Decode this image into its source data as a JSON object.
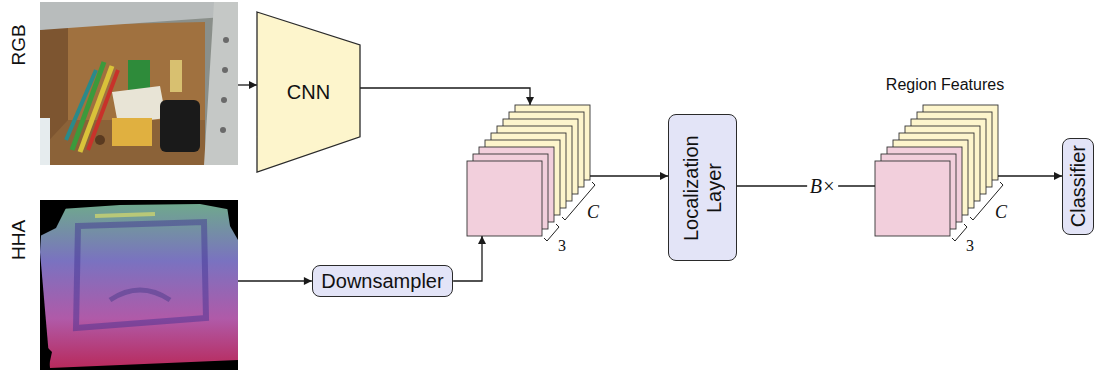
{
  "diagram": {
    "nodes": [
      {
        "text": [
          "RGB"
        ]
      },
      {
        "text": [
          "CNN"
        ]
      },
      {
        "text": [
          "HHA"
        ]
      },
      {
        "text": [
          "Downsampler"
        ]
      },
      {
        "text": [
          "C",
          "3"
        ]
      },
      {
        "text": [
          "Localization Layer"
        ]
      },
      {
        "text": [
          "Region Features",
          "C",
          "3"
        ]
      },
      {
        "text": [
          "Classifier"
        ]
      }
    ],
    "edges": [
      {
        "from": 0,
        "to": 1,
        "arrow": "to"
      },
      {
        "from": 1,
        "to": 4,
        "arrow": "to"
      },
      {
        "from": 2,
        "to": 3,
        "arrow": "to"
      },
      {
        "from": 3,
        "to": 4,
        "arrow": "to"
      },
      {
        "from": 4,
        "to": 5,
        "arrow": "to"
      },
      {
        "from": 5,
        "to": 6,
        "label": "B×",
        "arrow": "none"
      },
      {
        "from": 6,
        "to": 7,
        "arrow": "to"
      }
    ]
  }
}
